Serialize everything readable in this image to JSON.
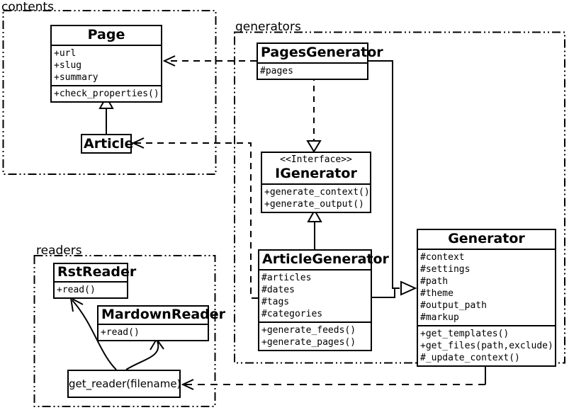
{
  "diagram": {
    "title": "UML class diagram: contents / generators / readers",
    "colors": {
      "background": "#ffffff",
      "line": "#000000",
      "box_fill": "#ffffff"
    },
    "packages": {
      "contents": {
        "label": "contents"
      },
      "generators": {
        "label": "generators"
      },
      "readers": {
        "label": "readers"
      }
    },
    "classes": {
      "page": {
        "title": "Page",
        "attributes": [
          "+url",
          "+slug",
          "+summary"
        ],
        "methods": [
          "+check_properties()"
        ]
      },
      "article": {
        "title": "Article"
      },
      "pages_generator": {
        "title": "PagesGenerator",
        "attributes": [
          "#pages"
        ]
      },
      "igenerator": {
        "stereotype": "<<Interface>>",
        "title": "IGenerator",
        "methods": [
          "+generate_context()",
          "+generate_output()"
        ]
      },
      "article_generator": {
        "title": "ArticleGenerator",
        "attributes": [
          "#articles",
          "#dates",
          "#tags",
          "#categories"
        ],
        "methods": [
          "+generate_feeds()",
          "+generate_pages()"
        ]
      },
      "generator": {
        "title": "Generator",
        "attributes": [
          "#context",
          "#settings",
          "#path",
          "#theme",
          "#output_path",
          "#markup"
        ],
        "methods": [
          "+get_templates()",
          "+get_files(path,exclude)",
          "#_update_context()"
        ]
      },
      "rst_reader": {
        "title": "RstReader",
        "methods": [
          "+read()"
        ]
      },
      "mardown_reader": {
        "title": "MardownReader",
        "methods": [
          "+read()"
        ]
      },
      "get_reader": {
        "title": "get_reader(filename)"
      }
    },
    "relationships": [
      {
        "from": "Article",
        "to": "Page",
        "type": "inheritance-solid"
      },
      {
        "from": "ArticleGenerator",
        "to": "IGenerator",
        "type": "inheritance-solid"
      },
      {
        "from": "PagesGenerator",
        "to": "IGenerator",
        "type": "realization-dashed"
      },
      {
        "from": "PagesGenerator",
        "to": "Generator",
        "type": "inheritance-solid"
      },
      {
        "from": "ArticleGenerator",
        "to": "Generator",
        "type": "inheritance-solid"
      },
      {
        "from": "PagesGenerator",
        "to": "Page",
        "type": "dependency-dashed"
      },
      {
        "from": "ArticleGenerator",
        "to": "Article",
        "type": "dependency-dashed"
      },
      {
        "from": "Generator",
        "to": "get_reader(filename)",
        "type": "dependency-dashed"
      },
      {
        "from": "get_reader(filename)",
        "to": "RstReader",
        "type": "arrow-curved"
      },
      {
        "from": "get_reader(filename)",
        "to": "MardownReader",
        "type": "arrow-curved"
      }
    ]
  }
}
